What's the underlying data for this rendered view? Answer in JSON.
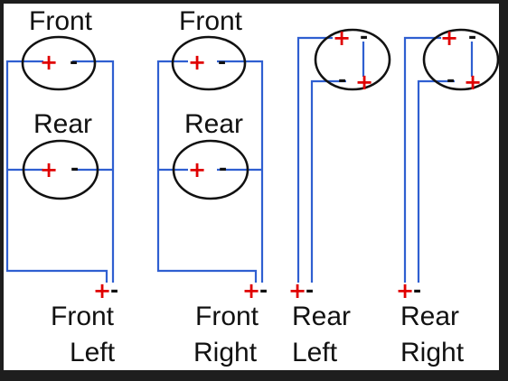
{
  "colors": {
    "frame": "#1e1e1e",
    "background": "#ffffff",
    "wire": "#2f5fd1",
    "positive": "#e00000",
    "negative": "#111111",
    "text": "#111111"
  },
  "symbols": {
    "positive": "+",
    "negative": "-"
  },
  "diagrams": [
    {
      "speakers": [
        {
          "label": "Front"
        },
        {
          "label": "Rear"
        }
      ],
      "output": {
        "line1": "Front",
        "line2": "Left"
      }
    },
    {
      "speakers": [
        {
          "label": "Front"
        },
        {
          "label": "Rear"
        }
      ],
      "output": {
        "line1": "Front",
        "line2": "Right"
      }
    },
    {
      "speakers": [
        {
          "label": ""
        }
      ],
      "output": {
        "line1": "Rear",
        "line2": "Left"
      }
    },
    {
      "speakers": [
        {
          "label": ""
        }
      ],
      "output": {
        "line1": "Rear",
        "line2": "Right"
      }
    }
  ]
}
